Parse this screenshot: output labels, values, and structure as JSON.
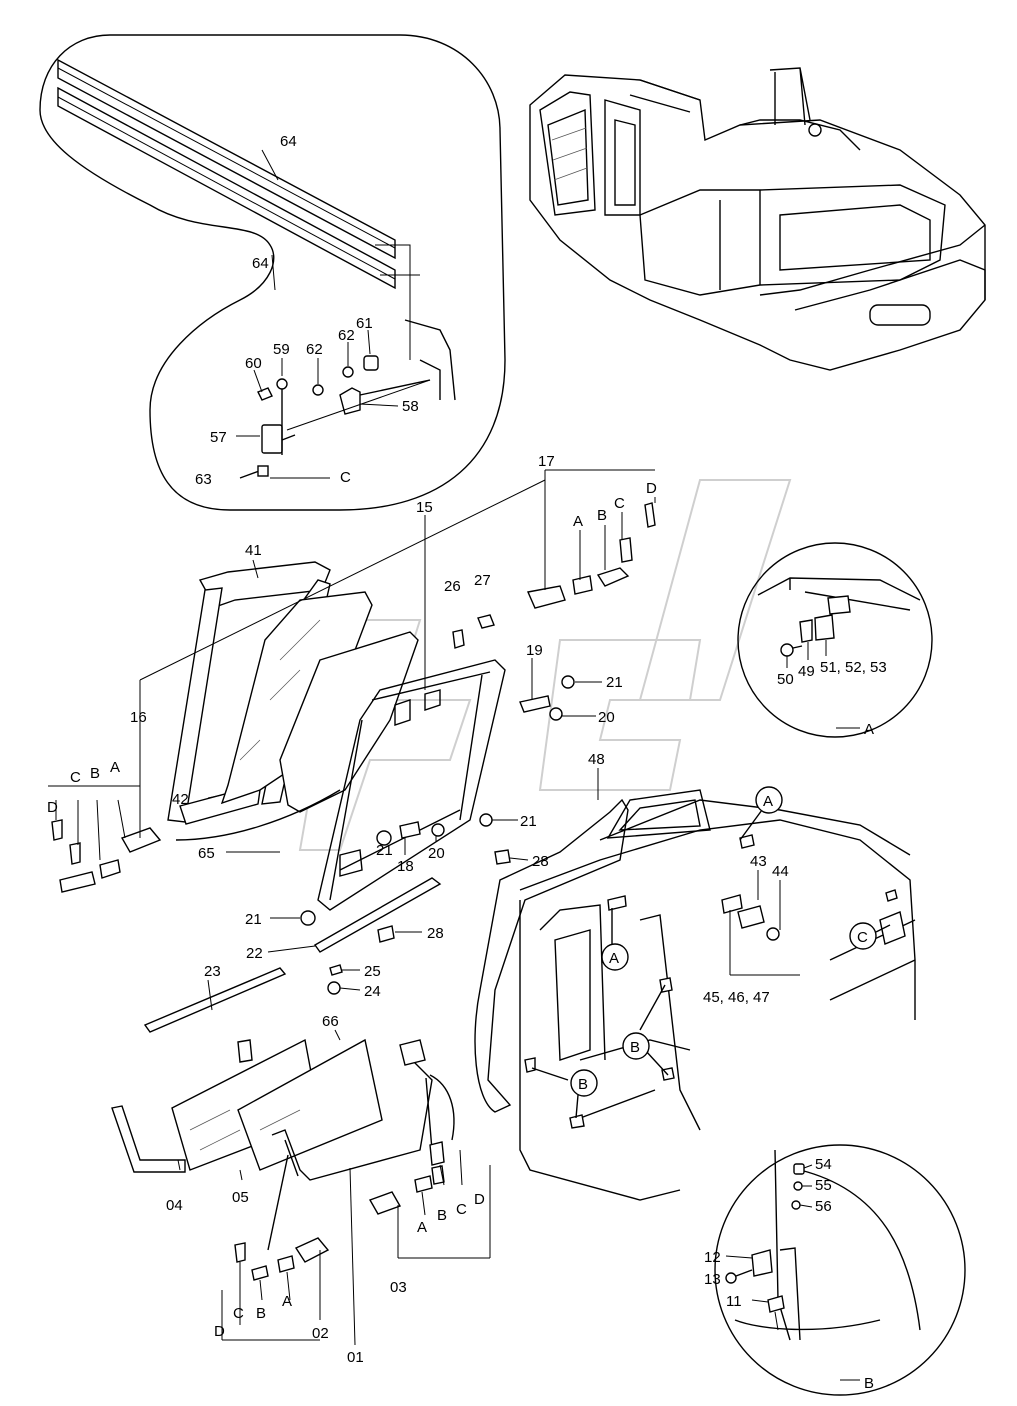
{
  "labels": {
    "l64a": "64",
    "l64b": "64",
    "l59": "59",
    "l60": "60",
    "l62a": "62",
    "l62b": "62",
    "l61": "61",
    "l58": "58",
    "l57": "57",
    "l63": "63",
    "lC_top": "C",
    "l15": "15",
    "l17": "17",
    "l41": "41",
    "l26": "26",
    "l27": "27",
    "l17A": "A",
    "l17B": "B",
    "l17C": "C",
    "l17D": "D",
    "l16": "16",
    "l16D": "D",
    "l16C": "C",
    "l16B": "B",
    "l16A": "A",
    "l19": "19",
    "l21a": "21",
    "l20a": "20",
    "l21b": "21",
    "l18": "18",
    "l20b": "20",
    "l42": "42",
    "l65": "65",
    "l21c": "21",
    "l28a": "28",
    "l21d": "21",
    "l28b": "28",
    "l22": "22",
    "l25": "25",
    "l24": "24",
    "l23": "23",
    "l66": "66",
    "l04": "04",
    "l05": "05",
    "l01": "01",
    "l02": "02",
    "l03": "03",
    "l02D": "D",
    "l02C": "C",
    "l02B": "B",
    "l02A": "A",
    "l03A": "A",
    "l03B": "B",
    "l03C": "C",
    "l03D": "D",
    "l48": "48",
    "l43": "43",
    "l44": "44",
    "l454647": "45, 46, 47",
    "l50": "50",
    "l49": "49",
    "l515253": "51, 52, 53",
    "lA_det": "A",
    "l54": "54",
    "l55": "55",
    "l56": "56",
    "l12": "12",
    "l13": "13",
    "l11": "11",
    "lB_det": "B",
    "cA1": "A",
    "cA2": "A",
    "cC": "C",
    "cB1": "B",
    "cB2": "B"
  }
}
